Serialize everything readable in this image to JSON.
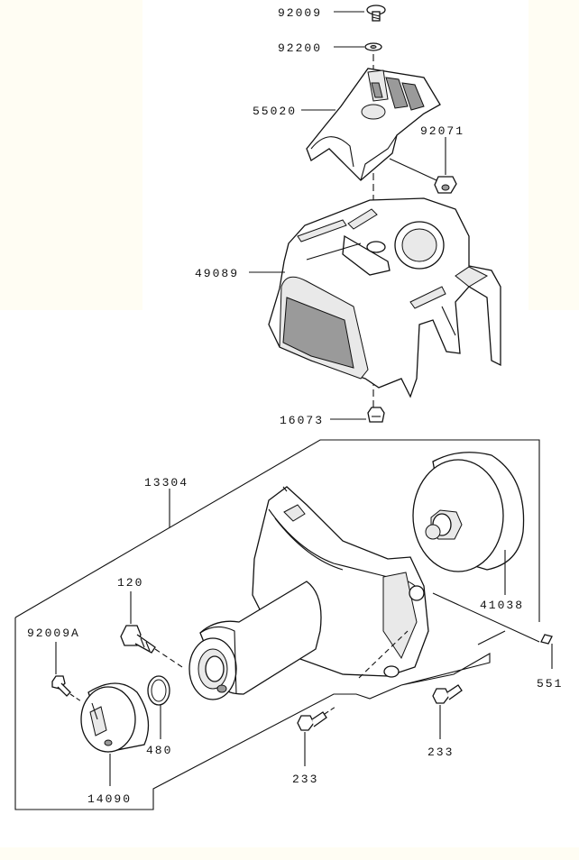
{
  "diagram": {
    "part_numbers": {
      "p92009": "92009",
      "p92200": "92200",
      "p55020": "55020",
      "p92071": "92071",
      "p49089": "49089",
      "p16073": "16073",
      "p13304": "13304",
      "p120": "120",
      "p92009A": "92009A",
      "p41038": "41038",
      "p551": "551",
      "p480": "480",
      "p233a": "233",
      "p233b": "233",
      "p14090": "14090"
    },
    "colors": {
      "background": "#ffffff",
      "panel_tint": "#fffdf3",
      "ink": "#111111"
    }
  }
}
